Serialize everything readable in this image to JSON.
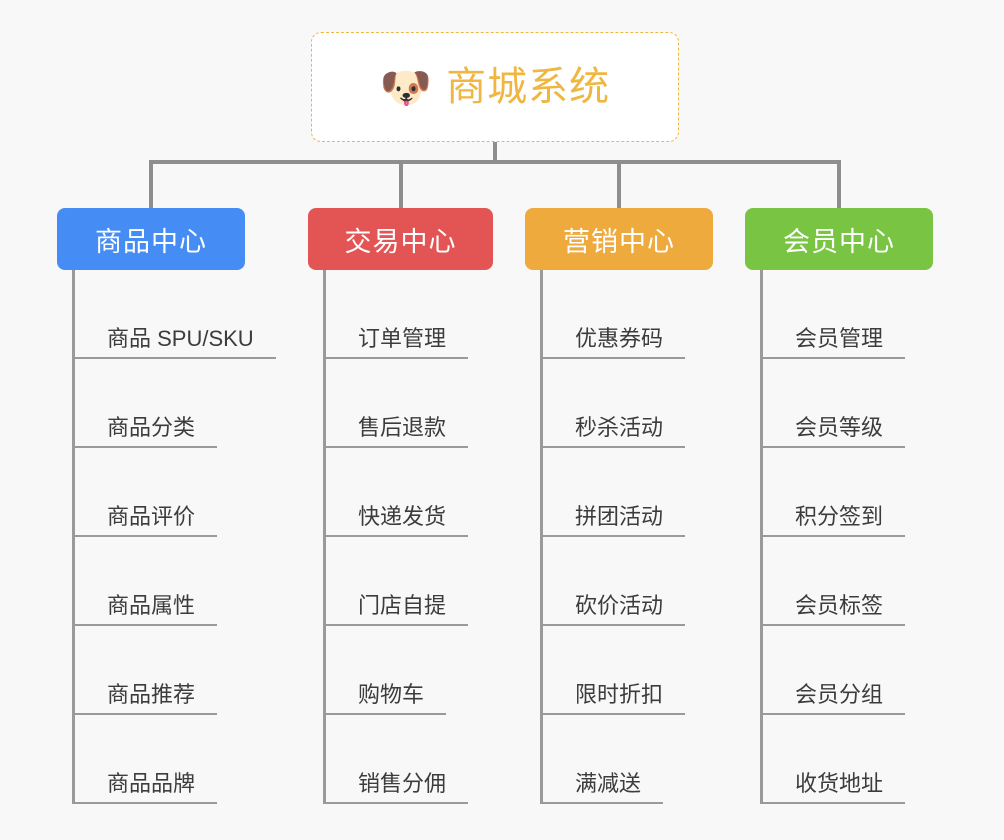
{
  "background_color": "#f8f8f8",
  "root": {
    "icon": "dog-face-emoji",
    "icon_glyph": "🐶",
    "title": "商城系统",
    "color": "#f0b642"
  },
  "connector_color": "#8e8e8e",
  "branches": [
    {
      "label": "商品中心",
      "color": "#458cf5",
      "items": [
        "商品 SPU/SKU",
        "商品分类",
        "商品评价",
        "商品属性",
        "商品推荐",
        "商品品牌"
      ]
    },
    {
      "label": "交易中心",
      "color": "#e35555",
      "items": [
        "订单管理",
        "售后退款",
        "快递发货",
        "门店自提",
        "购物车",
        "销售分佣"
      ]
    },
    {
      "label": "营销中心",
      "color": "#eeaa3c",
      "items": [
        "优惠券码",
        "秒杀活动",
        "拼团活动",
        "砍价活动",
        "限时折扣",
        "满减送"
      ]
    },
    {
      "label": "会员中心",
      "color": "#79c442",
      "items": [
        "会员管理",
        "会员等级",
        "积分签到",
        "会员标签",
        "会员分组",
        "收货地址"
      ]
    }
  ]
}
